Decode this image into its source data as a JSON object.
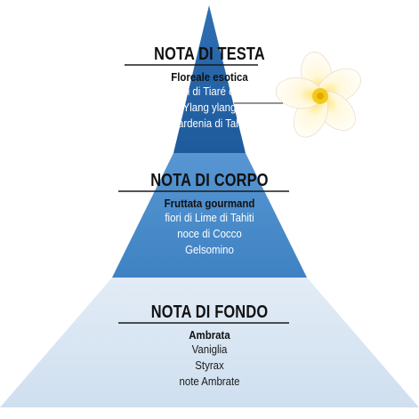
{
  "pyramid": {
    "tiers": [
      {
        "title": "NOTA DI TESTA",
        "subtitle": "Floreale esotica",
        "notes": [
          "fiori di Tiaré o.e.",
          "Ylang ylang",
          "Gardenia di Tahiti"
        ],
        "color": "#2563a6"
      },
      {
        "title": "NOTA DI CORPO",
        "subtitle": "Fruttata gourmand",
        "notes": [
          "fiori di Lime di Tahiti",
          "noce di Cocco",
          "Gelsomino"
        ],
        "color": "#4a8ccb"
      },
      {
        "title": "NOTA DI FONDO",
        "subtitle": "Ambrata",
        "notes": [
          "Vaniglia",
          "Styrax",
          "note Ambrate"
        ],
        "color": "#d6e4f2"
      }
    ]
  },
  "flower": {
    "icon": "frangipani-flower-icon",
    "petal_color": "#ffffff",
    "center_color": "#f2c200"
  }
}
